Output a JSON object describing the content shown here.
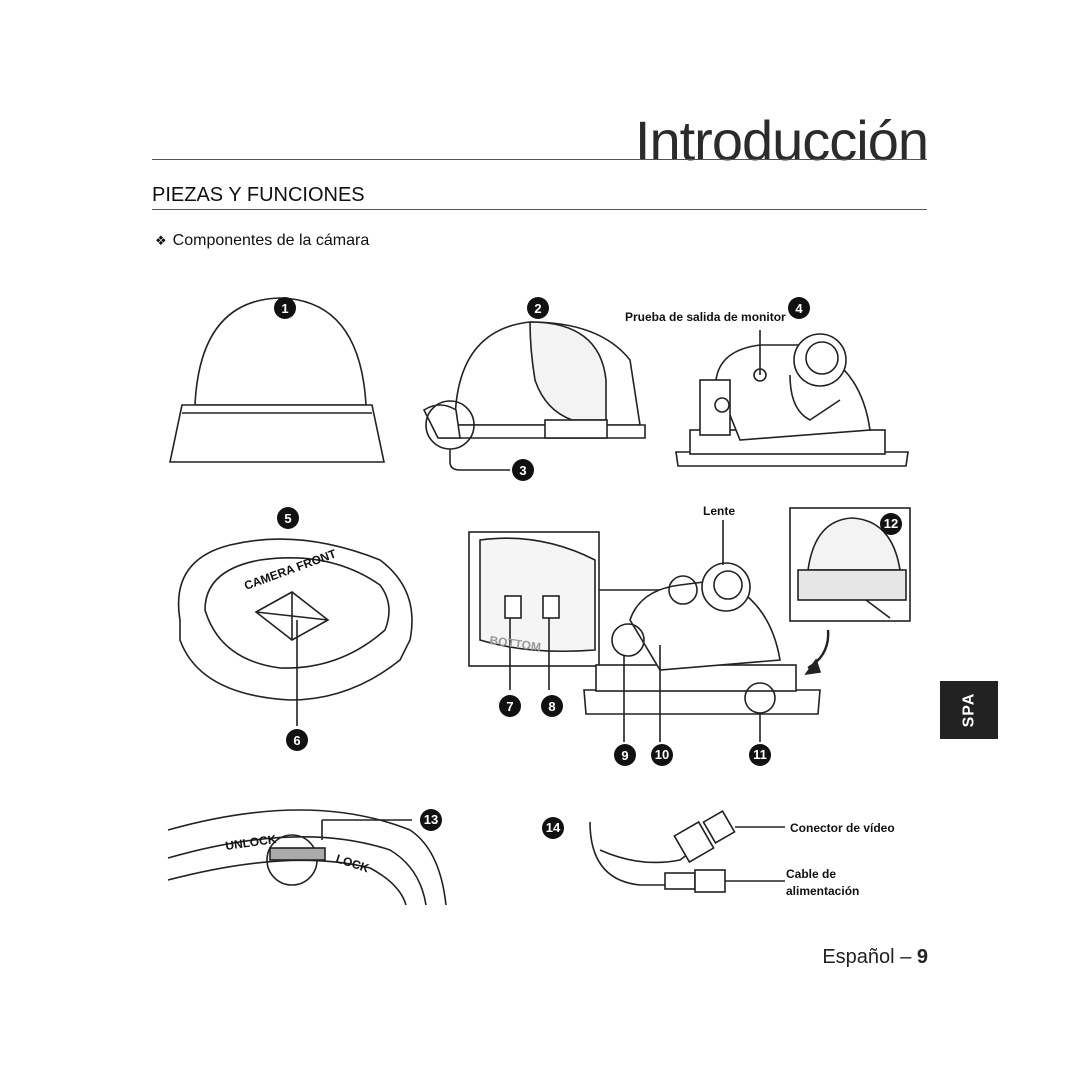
{
  "header": {
    "title": "Introducción"
  },
  "section": {
    "heading": "PIEZAS Y FUNCIONES",
    "subheading": "Componentes de la cámara"
  },
  "labels": {
    "monitor_test": "Prueba de salida de monitor",
    "lens": "Lente",
    "video_connector": "Conector de vídeo",
    "power_cable_line1": "Cable de",
    "power_cable_line2": "alimentación",
    "unlock": "UNLOCK",
    "lock": "LOCK",
    "bottom": "BOTTOM",
    "camera_front": "CAMERA FRONT"
  },
  "callouts": [
    "1",
    "2",
    "3",
    "4",
    "5",
    "6",
    "7",
    "8",
    "9",
    "10",
    "11",
    "12",
    "13",
    "14"
  ],
  "side_tab": {
    "text": "SPA"
  },
  "footer": {
    "language": "Español",
    "separator": "–",
    "page": "9"
  }
}
